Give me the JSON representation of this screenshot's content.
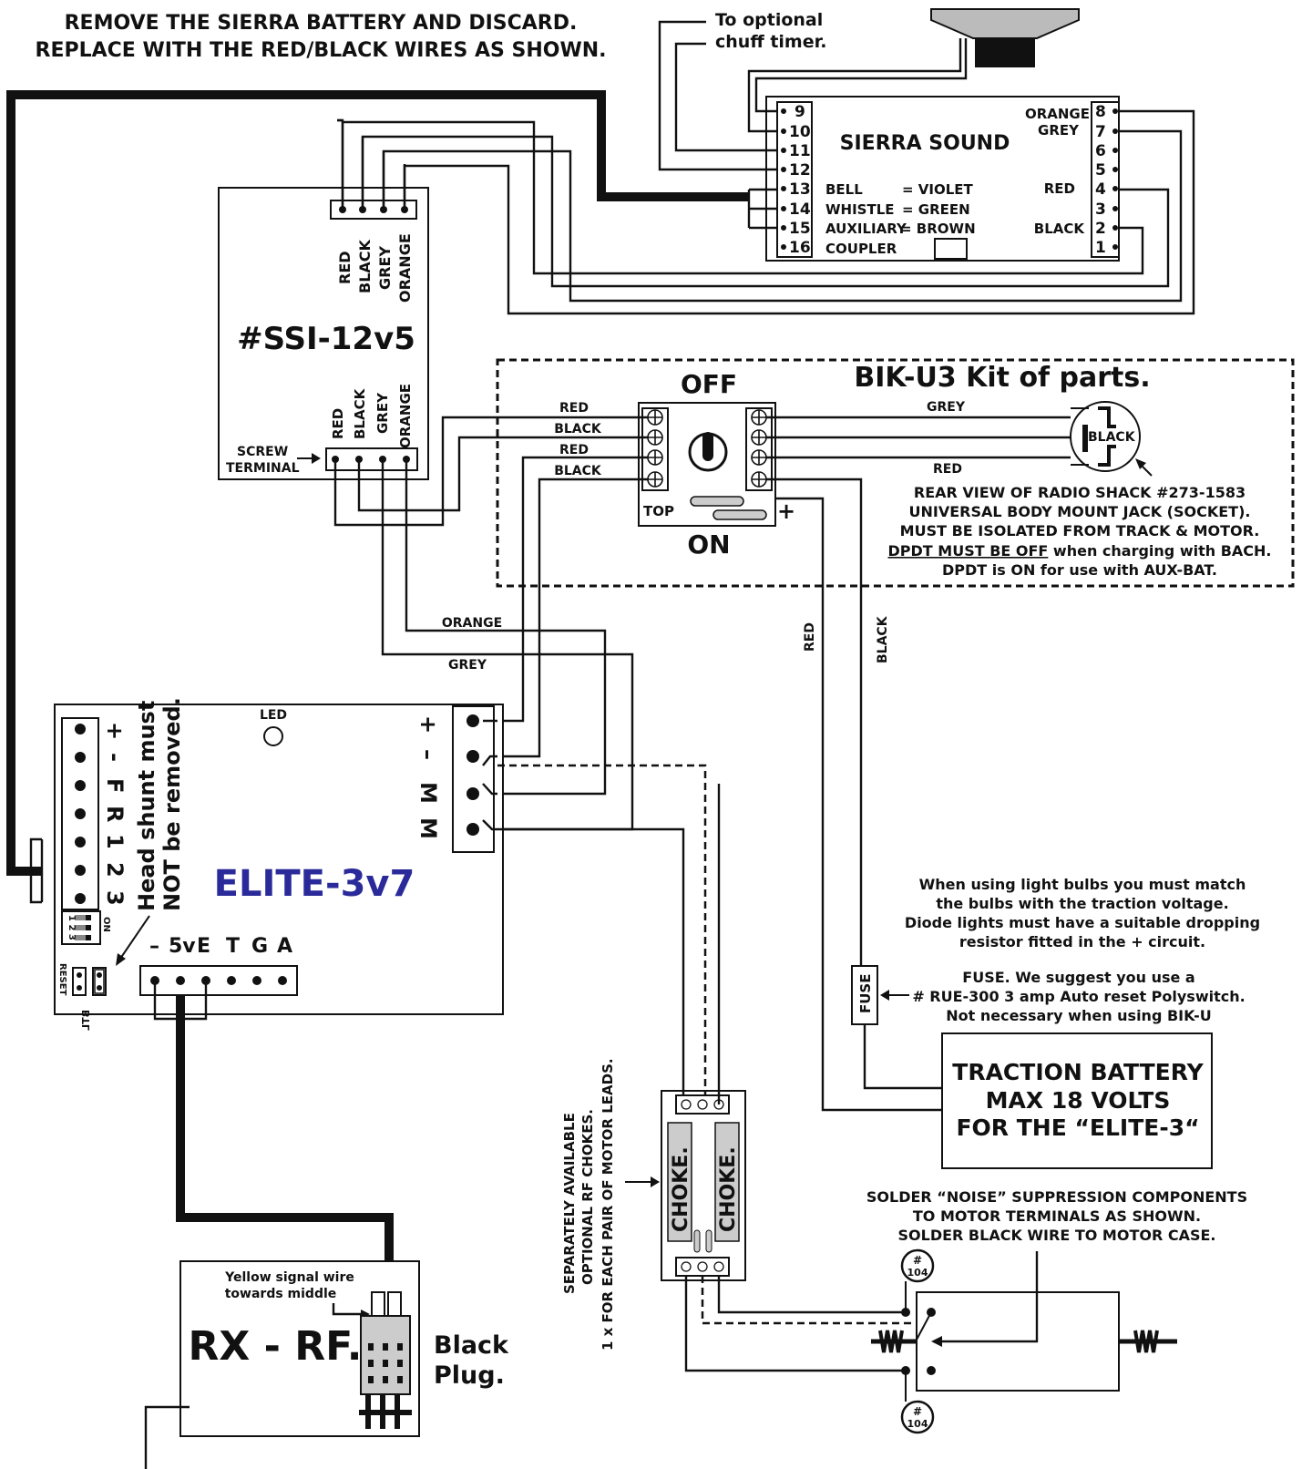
{
  "header": {
    "line1": "REMOVE THE SIERRA BATTERY AND  DISCARD.",
    "line2": "REPLACE WITH THE RED/BLACK WIRES AS SHOWN."
  },
  "chuff": {
    "line1": "To optional",
    "line2": "chuff timer."
  },
  "sierra": {
    "title": "SIERRA SOUND",
    "left_pins": [
      "9",
      "10",
      "11",
      "12",
      "13",
      "14",
      "15",
      "16"
    ],
    "right_pins": [
      "8",
      "7",
      "6",
      "5",
      "4",
      "3",
      "2",
      "1"
    ],
    "funcs": [
      {
        "name": "BELL",
        "value": "= VIOLET"
      },
      {
        "name": "WHISTLE",
        "value": "= GREEN"
      },
      {
        "name": "AUXILIARY",
        "value": "= BROWN"
      },
      {
        "name": "COUPLER",
        "value": ""
      }
    ],
    "right_labels": {
      "orange": "ORANGE",
      "grey": "GREY",
      "red": "RED",
      "black": "BLACK"
    }
  },
  "ssi": {
    "title": "#SSI-12v5",
    "top_labels": [
      "RED",
      "BLACK",
      "GREY",
      "ORANGE"
    ],
    "bottom_labels": [
      "RED",
      "BLACK",
      "GREY",
      "ORANGE"
    ],
    "screw_line1": "SCREW",
    "screw_line2": "TERMINAL"
  },
  "bik": {
    "title": "BIK-U3  Kit of parts.",
    "off_label": "OFF",
    "on_label": "ON",
    "top_label": "TOP",
    "plus": "+",
    "left_wires": [
      "RED",
      "BLACK",
      "RED",
      "BLACK"
    ],
    "right_grey": "GREY",
    "right_red": "RED",
    "jack_label": "BLACK",
    "notes": [
      "REAR VIEW OF RADIO SHACK #273-1583",
      "UNIVERSAL BODY MOUNT JACK (SOCKET).",
      "MUST BE ISOLATED FROM TRACK & MOTOR.",
      "DPDT MUST BE OFF",
      " when charging with BACH.",
      "DPDT is ON for use with AUX-BAT."
    ]
  },
  "wires": {
    "orange": "ORANGE",
    "grey": "GREY",
    "red_v": "RED",
    "black_v": "BLACK"
  },
  "elite": {
    "title": "ELITE-3v7",
    "led": "LED",
    "pins_left": [
      "+",
      "-",
      "F",
      "R",
      "1",
      "2",
      "3"
    ],
    "head_shunt1": "Head shunt must",
    "head_shunt2": "NOT be removed.",
    "motor_labels": [
      "+",
      "–",
      "M",
      "M"
    ],
    "bottom_pins": [
      "–",
      "5v",
      "E",
      "T",
      "G",
      "A"
    ],
    "dip_on": "ON",
    "dip_nums": "1 2 3",
    "reset": "RESET",
    "btl": "BTL"
  },
  "lights_note": [
    "When using light bulbs you must match",
    "the  bulbs  with the traction voltage.",
    "Diode lights must have a suitable dropping",
    "resistor fitted in the + circuit."
  ],
  "fuse": {
    "label": "FUSE",
    "notes": [
      "FUSE.  We suggest you use a",
      "# RUE-300 3 amp Auto reset Polyswitch.",
      "Not necessary when using BIK-U"
    ]
  },
  "battery": {
    "lines": [
      "TRACTION BATTERY",
      "MAX 18 VOLTS",
      "FOR THE “ELITE-3“"
    ]
  },
  "choke": {
    "label": "CHOKE.",
    "side_notes": [
      "SEPARATELY AVAILABLE",
      "OPTIONAL RF CHOKES.",
      "1 x FOR EACH PAIR OF MOTOR LEADS."
    ]
  },
  "solder": {
    "lines": [
      "SOLDER “NOISE” SUPPRESSION COMPONENTS",
      "TO MOTOR TERMINALS AS SHOWN.",
      "SOLDER BLACK WIRE TO MOTOR CASE."
    ],
    "cap_hash": "#",
    "cap_num": "104"
  },
  "rx": {
    "title": "RX - RF.",
    "note1": "Yellow signal wire",
    "note2": "towards middle",
    "plug1": "Black",
    "plug2": "Plug."
  }
}
